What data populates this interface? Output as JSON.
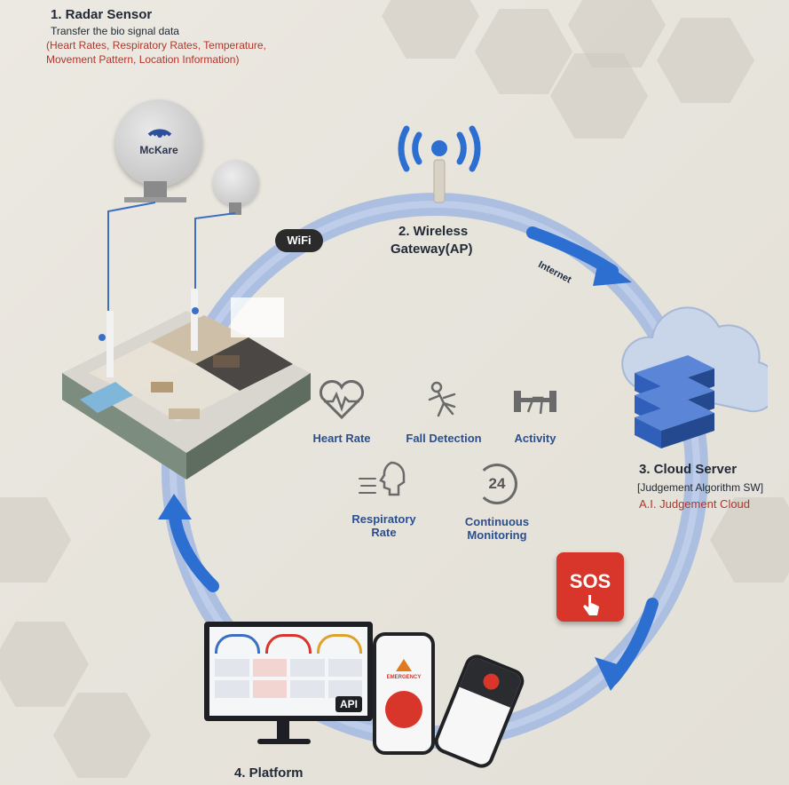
{
  "step1": {
    "title": "1. Radar Sensor",
    "subtitle": "Transfer the bio signal data",
    "detail_line1": "(Heart Rates, Respiratory Rates, Temperature,",
    "detail_line2": "Movement Pattern, Location Information)",
    "brand": "McKare"
  },
  "step2": {
    "title_line1": "2. Wireless",
    "title_line2": "Gateway(AP)",
    "wifi_badge": "WiFi",
    "link_label": "Internet"
  },
  "step3": {
    "title": "3. Cloud Server",
    "line1": "[Judgement Algorithm SW]",
    "line2": "A.I. Judgement Cloud"
  },
  "step4": {
    "title": "4. Platform",
    "api_badge": "API",
    "sos_label": "SOS",
    "emergency_label": "EMERGENCY"
  },
  "features": [
    {
      "label": "Heart Rate",
      "icon": "heart-rate-icon"
    },
    {
      "label": "Fall Detection",
      "icon": "fall-detection-icon"
    },
    {
      "label": "Activity",
      "icon": "activity-icon"
    },
    {
      "label_line1": "Respiratory",
      "label_line2": "Rate",
      "icon": "respiratory-icon"
    },
    {
      "label_line1": "Continuous",
      "label_line2": "Monitoring",
      "icon": "clock-24-icon",
      "icon_text": "24"
    }
  ],
  "colors": {
    "ring": "#a9bde0",
    "ring_dark": "#8aa2cf",
    "arrow": "#2d6fd0",
    "title_text": "#222a36",
    "red_text": "#b5342a",
    "feature_text": "#2b4f8e",
    "sos_red": "#d8362b",
    "server_blue": "#2f5fb8"
  }
}
